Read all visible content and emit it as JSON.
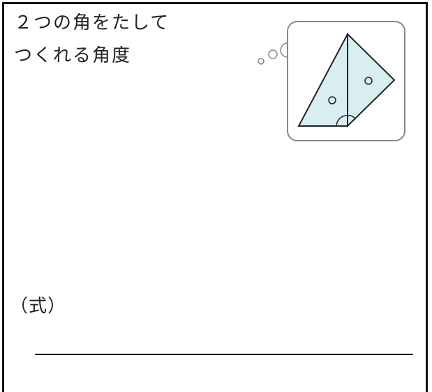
{
  "title": {
    "line1": "２つの角をたして",
    "line2": "つくれる角度"
  },
  "formula": {
    "label": "（式）"
  },
  "illustration": {
    "icon": "thought-bubble-triangle-icon",
    "fill_color": "#d8eef2",
    "frame_color": "#888888"
  }
}
